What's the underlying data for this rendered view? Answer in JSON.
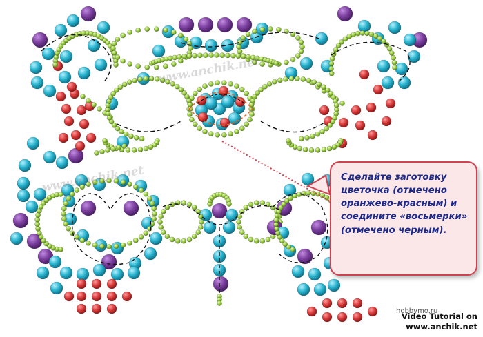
{
  "callout": {
    "text": "Сделайте заготовку цветочка (отмечено оранжево-красным) и соедините «восьмерки» (отмечено черным)."
  },
  "watermarks": [
    "www.anchik.net",
    "www.anchik.net"
  ],
  "site_tag": "hobbymo.ru",
  "credit": {
    "line1": "Video Tutorial on",
    "line2": "www.anchik.net"
  },
  "colors": {
    "purple": "#7b3f9e",
    "cyan": "#28b4cf",
    "red": "#d93a3a",
    "green_seed": "#9ccc48",
    "thread": "#111111",
    "highlight_thread": "#e0662a",
    "callout_border": "#d0424f",
    "callout_fill": "#fbe7e8",
    "callout_text": "#1d2a8c"
  }
}
